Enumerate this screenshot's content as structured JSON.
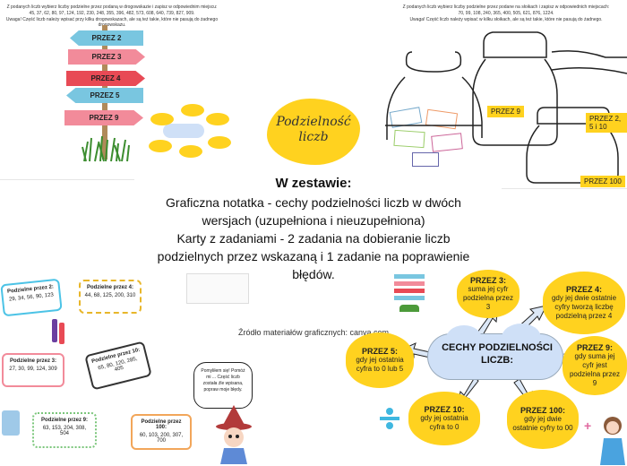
{
  "top_left": {
    "instruction_line1": "Z podanych liczb wybierz liczby podzielne przez podaną w drogowskazie i zapisz w odpowiednim miejscu:",
    "numbers": "45, 37, 62, 80, 97, 124, 192, 230, 248, 355, 396, 482, 573, 608, 640, 739, 827, 909.",
    "note": "Uwaga! Część liczb należy wpisać przy kilku drogowskazach, ale są też takie, które nie pasują do żadnego drogowskazu.",
    "signs": [
      "PRZEZ 2",
      "PRZEZ 3",
      "PRZEZ 4",
      "PRZEZ 5",
      "PRZEZ 9"
    ]
  },
  "top_right": {
    "instruction_line1": "Z podanych liczb wybierz liczby podzielne przez podane na słoikach i zapisz w odpowiednich miejscach:",
    "numbers": "70, 99, 108, 240, 365, 400, 505, 621, 876, 1224.",
    "note": "Uwaga! Część liczb należy wpisać w kilku słoikach, ale są też takie, które nie pasują do żadnego.",
    "jars": [
      "PRZEZ 9",
      "PRZEZ 2, 5 i 10",
      "PRZEZ 100"
    ]
  },
  "cover": {
    "title": "Podzielność liczb"
  },
  "description": {
    "heading": "W zestawie:",
    "line1": "Graficzna notatka - cechy podzielności liczb w dwóch",
    "line2": "wersjach (uzupełniona i nieuzupełniona)",
    "line3": "Karty z zadaniami - 2 zadania na dobieranie liczb",
    "line4": "podzielnych przez wskazaną i 1 zadanie na poprawienie",
    "line5": "błędów.",
    "source": "Źródło materiałów graficznych: canva.com"
  },
  "bottom_left": {
    "cards": [
      {
        "title": "Podzielne przez 2:",
        "values": "29, 34, 56, 90, 123"
      },
      {
        "title": "Podzielne przez 4:",
        "values": "44, 68, 125, 200, 310"
      },
      {
        "title": "Podzielne przez 3:",
        "values": "27, 30, 99, 124, 309"
      },
      {
        "title": "Podzielne przez 10:",
        "values": "65, 80, 120, 285, 405"
      },
      {
        "title": "Podzielne przez 9:",
        "values": "63, 153, 204, 308, 504"
      },
      {
        "title": "Podzielne przez 100:",
        "values": "60, 103, 200, 307, 700"
      }
    ],
    "speech": "Pomyliłem się! Pomóż mi ... Część liczb została źle wpisana, popraw moje błędy."
  },
  "mind_map": {
    "center": "CECHY PODZIELNOŚCI LICZB:",
    "bubbles": [
      {
        "title": "PRZEZ 3:",
        "text": "suma jej cyfr podzielna przez 3"
      },
      {
        "title": "PRZEZ 4:",
        "text": "gdy jej dwie ostatnie cyfry tworzą liczbę podzielną przez 4"
      },
      {
        "title": "PRZEZ 5:",
        "text": "gdy jej ostatnia cyfra to 0 lub 5"
      },
      {
        "title": "PRZEZ 9:",
        "text": "gdy suma jej cyfr jest podzielna przez 9"
      },
      {
        "title": "PRZEZ 10:",
        "text": "gdy jej ostatnia cyfra to 0"
      },
      {
        "title": "PRZEZ 100:",
        "text": "gdy jej dwie ostatnie cyfry to 00"
      }
    ]
  },
  "colors": {
    "yellow": "#ffd21f",
    "sign_blue": "#79c6e0",
    "sign_pink": "#f28b9a",
    "sign_red": "#e84a55",
    "cloud": "#cfe0f7"
  }
}
